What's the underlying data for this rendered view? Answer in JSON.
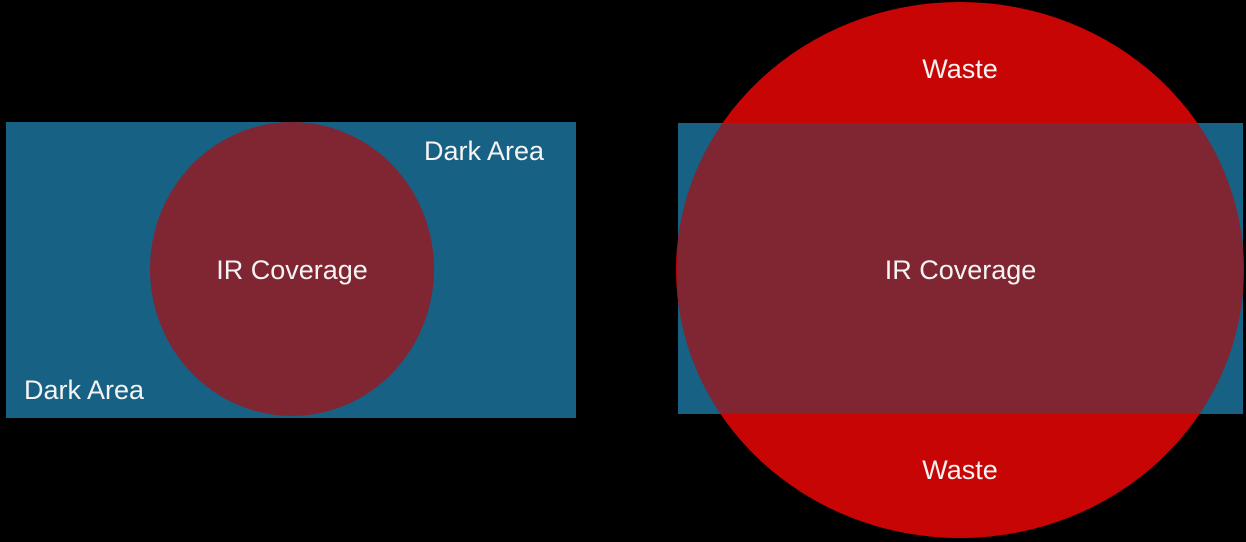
{
  "colors": {
    "background": "#000000",
    "dark_area_blue": "#176184",
    "ir_coverage_maroon": "#802532",
    "waste_red": "#C80505",
    "label_text": "#F5F3F3"
  },
  "left_diagram": {
    "dark_area_label_top_right": "Dark Area",
    "dark_area_label_bottom_left": "Dark Area",
    "ir_coverage_label": "IR Coverage"
  },
  "right_diagram": {
    "waste_label_top": "Waste",
    "waste_label_bottom": "Waste",
    "ir_coverage_label": "IR Coverage"
  }
}
